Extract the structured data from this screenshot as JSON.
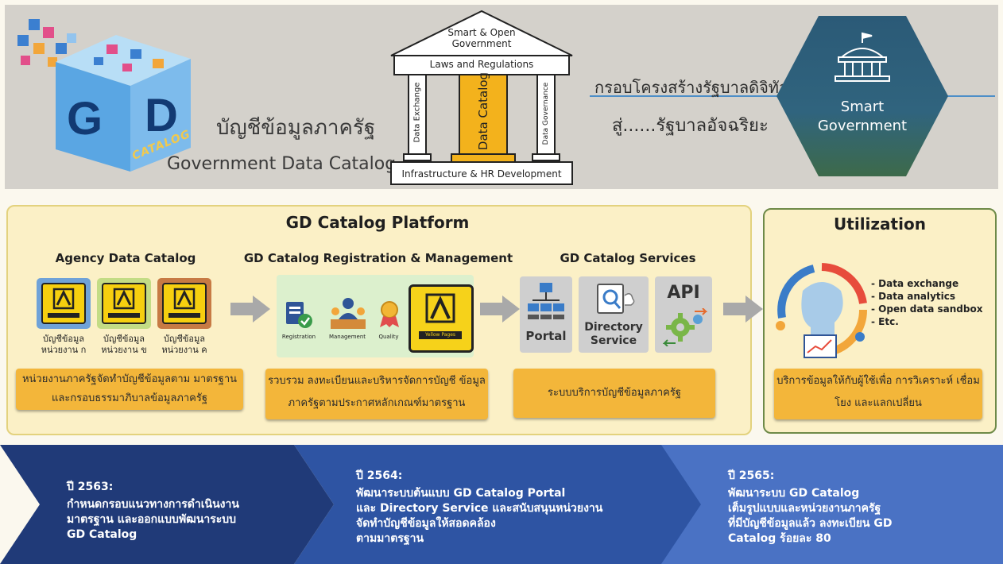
{
  "banner": {
    "logo_g": "G",
    "logo_d": "D",
    "logo_catalog": "CATALOG",
    "thai_title": "บัญชีข้อมูลภาครัฐ",
    "eng_title": "Government Data Catalog",
    "temple": {
      "roof": "Smart & Open Government",
      "beam": "Laws and Regulations",
      "pillar_left": "Data Exchange",
      "pillar_center": "Data Catalog",
      "pillar_right": "Data Governance",
      "base": "Infrastructure & HR Development"
    },
    "framework_line1": "กรอบโครงสร้างรัฐบาลดิจิทัล",
    "framework_line2": "สู่......รัฐบาลอัจฉริยะ",
    "smart_gov_line1": "Smart",
    "smart_gov_line2": "Government"
  },
  "platform": {
    "title": "GD Catalog Platform",
    "agency": {
      "title": "Agency Data Catalog",
      "items": [
        "บัญชีข้อมูล หน่วยงาน ก",
        "บัญชีข้อมูล หน่วยงาน ข",
        "บัญชีข้อมูล หน่วยงาน ค"
      ],
      "box": "หน่วยงานภาครัฐจัดทำบัญชีข้อมูลตาม มาตรฐานและกรอบธรรมาภิบาลข้อมูลภาครัฐ"
    },
    "registration": {
      "title": "GD Catalog Registration & Management",
      "icons": [
        "Registration",
        "Management",
        "Quality"
      ],
      "yellow_pages": "Yellow Pages",
      "box": "รวบรวม ลงทะเบียนและบริหารจัดการบัญชี ข้อมูลภาครัฐตามประกาศหลักเกณฑ์มาตรฐาน"
    },
    "services": {
      "title": "GD Catalog Services",
      "portal": "Portal",
      "directory": "Directory Service",
      "api": "API",
      "box": "ระบบบริการบัญชีข้อมูลภาครัฐ"
    }
  },
  "utilization": {
    "title": "Utilization",
    "items": [
      "- Data exchange",
      "- Data analytics",
      "- Open data sandbox",
      "- Etc."
    ],
    "box": "บริการข้อมูลให้กับผู้ใช้เพื่อ การวิเคราะห์ เชื่อมโยง และแลกเปลี่ยน"
  },
  "timeline": [
    {
      "year": "ปี 2563:",
      "lines": [
        "กำหนดกรอบแนวทางการดำเนินงาน",
        "มาตรฐาน และออกแบบพัฒนาระบบ",
        "GD Catalog"
      ]
    },
    {
      "year": "ปี 2564:",
      "lines": [
        "พัฒนาระบบต้นแบบ GD Catalog Portal",
        "และ Directory Service และสนับสนุนหน่วยงาน",
        "จัดทำบัญชีข้อมูลให้สอดคล้อง",
        "ตามมาตรฐาน"
      ]
    },
    {
      "year": "ปี 2565:",
      "lines": [
        "พัฒนาระบบ GD Catalog",
        "เต็มรูปแบบและหน่วยงานภาครัฐ",
        "ที่มีบัญชีข้อมูลแล้ว ลงทะเบียน GD",
        "Catalog ร้อยละ 80"
      ]
    }
  ],
  "colors": {
    "yellow": "#f3b63a",
    "navy": "#203a78",
    "mid_blue": "#2e54a3",
    "light_blue": "#4a72c4"
  }
}
